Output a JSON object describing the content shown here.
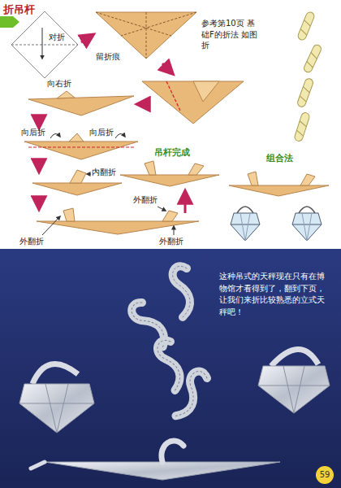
{
  "diagram": {
    "title": "折吊杆",
    "labels": [
      "对折",
      "留折痕",
      "参考第10页 基础F的折法 如图折",
      "向右折",
      "向后折",
      "向后折",
      "内翻折",
      "外翻折",
      "外翻折",
      "外翻折",
      "吊杆完成",
      "组合法",
      "这种吊式的天秤现在只有在博物馆才看得到了，翻到下页，让我们来折比较熟悉的立式天秤吧！",
      "59"
    ]
  }
}
